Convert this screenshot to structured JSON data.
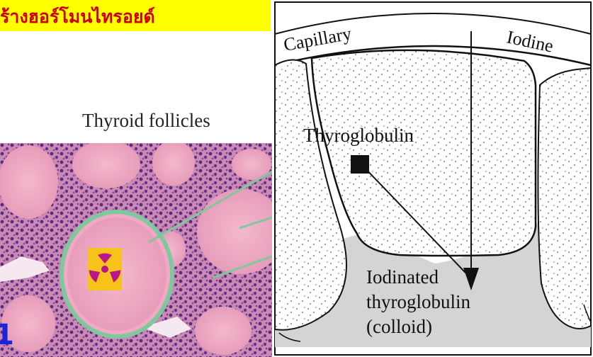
{
  "title": "ร้างฮอร์โมนไทรอยด์",
  "micrograph": {
    "caption": "Thyroid follicles",
    "icon": "radiation-hazard-icon",
    "icon_colors": {
      "background": "#f7c31a",
      "symbol": "#b8168a"
    }
  },
  "diagram": {
    "labels": {
      "capillary": "Capillary",
      "iodine": "Iodine",
      "thyroglobulin": "Thyroglobulin",
      "iodinated_line1": "Iodinated",
      "iodinated_line2": "thyroglobulin",
      "iodinated_line3": "(colloid)"
    },
    "colors": {
      "colloid": "#d4d4d4",
      "outline": "#111111"
    }
  },
  "page_number": "1",
  "colors": {
    "title_background": "#ffff00",
    "title_text": "#cc0000",
    "page_number": "#1a26d6"
  }
}
